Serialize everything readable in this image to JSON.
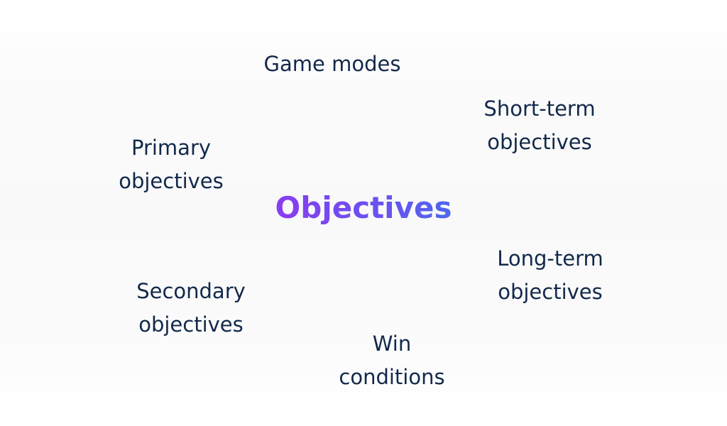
{
  "diagram": {
    "center": "Objectives",
    "nodes": {
      "game_modes": [
        "Game modes"
      ],
      "short_term": [
        "Short-term",
        "objectives"
      ],
      "primary": [
        "Primary",
        "objectives"
      ],
      "long_term": [
        "Long-term",
        "objectives"
      ],
      "secondary": [
        "Secondary",
        "objectives"
      ],
      "win_conditions": [
        "Win",
        "conditions"
      ]
    }
  },
  "colors": {
    "node_text": "#12294a",
    "center_gradient_start": "#8b3cf0",
    "center_gradient_end": "#4f66ee"
  }
}
